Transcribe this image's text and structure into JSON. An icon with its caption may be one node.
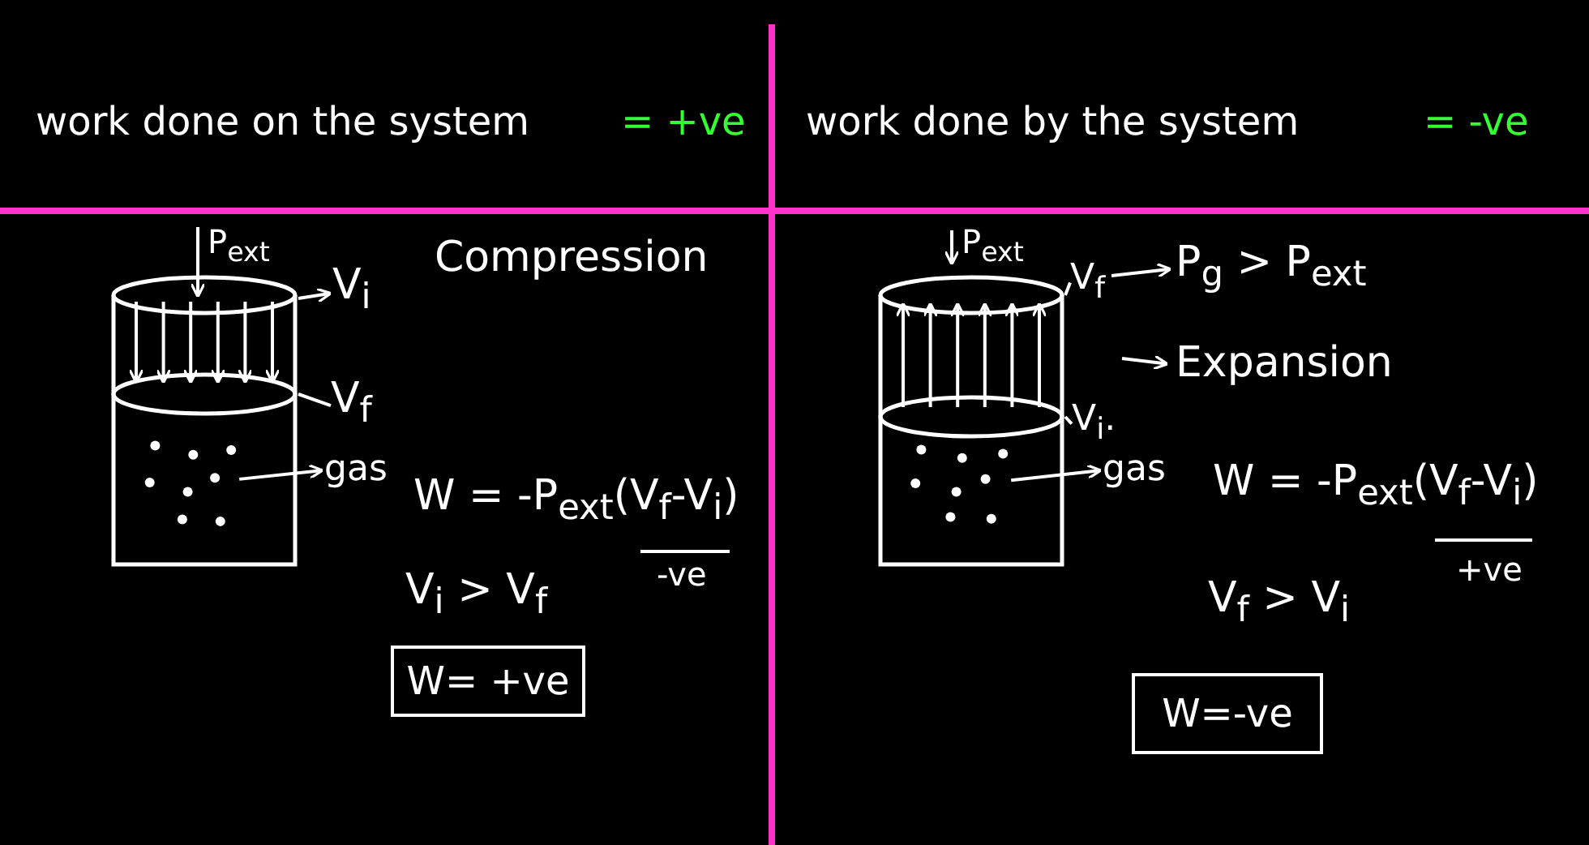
{
  "diagram": {
    "nodes": [
      {
        "text": [],
        "shape": "cylinder"
      },
      {
        "text": [
          "V$_{i}$"
        ]
      },
      {
        "text": [
          "V$_{f}$"
        ]
      },
      {
        "text": [],
        "shape": "dots",
        "in": 0
      },
      {
        "text": [
          "gas"
        ]
      },
      {
        "text": [
          "W= +ve"
        ]
      },
      {
        "text": [],
        "shape": "cylinder"
      },
      {
        "text": [
          "V$_{f}$"
        ]
      },
      {
        "text": [
          "P$_{g}$ > P$_{ext}$"
        ]
      },
      {
        "text": [
          "Expansion"
        ]
      },
      {
        "text": [
          "V$_{i}$."
        ]
      },
      {
        "text": [],
        "shape": "dots",
        "in": 6
      },
      {
        "text": [
          "gas"
        ]
      },
      {
        "text": [
          "W=-ve"
        ]
      }
    ],
    "edges": [
      {
        "from": 0,
        "to": 1,
        "arrow": "to"
      },
      {
        "from": 0,
        "to": 2,
        "arrow": "none"
      },
      {
        "from": 3,
        "to": 4,
        "arrow": "to"
      },
      {
        "from": 6,
        "to": 7,
        "arrow": "none"
      },
      {
        "from": 7,
        "to": 8,
        "arrow": "to"
      },
      {
        "from": null,
        "to": 9,
        "arrow": "to"
      },
      {
        "from": 6,
        "to": 10,
        "arrow": "none"
      },
      {
        "from": 11,
        "to": 12,
        "arrow": "to"
      }
    ],
    "labels": [
      "work done on the system",
      "= +ve",
      "work done by the system",
      "= -ve",
      "P$_{ext}$",
      "Compression",
      "W = -P$_{ext}$(V$_{f}$-V$_{i}$)",
      "-ve",
      "V$_{i}$ > V$_{f}$",
      "P$_{ext}$",
      "W = -P$_{ext}$(V$_{f}$-V$_{i}$)",
      "+ve",
      "V$_{f}$ > V$_{i}$"
    ]
  }
}
